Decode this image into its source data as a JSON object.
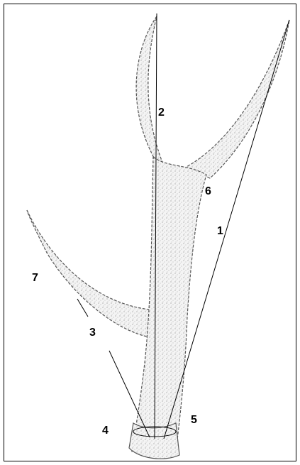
{
  "figure": {
    "labels": [
      {
        "id": "1",
        "text": "1"
      },
      {
        "id": "2",
        "text": "2"
      },
      {
        "id": "3",
        "text": "3"
      },
      {
        "id": "4",
        "text": "4"
      },
      {
        "id": "5",
        "text": "5"
      },
      {
        "id": "6",
        "text": "6"
      },
      {
        "id": "7",
        "text": "7"
      }
    ],
    "colors": {
      "line": "#000000",
      "antler_fill": "#f4f4f4",
      "stipple": "#8a8a8a",
      "outline": "#555555"
    }
  }
}
